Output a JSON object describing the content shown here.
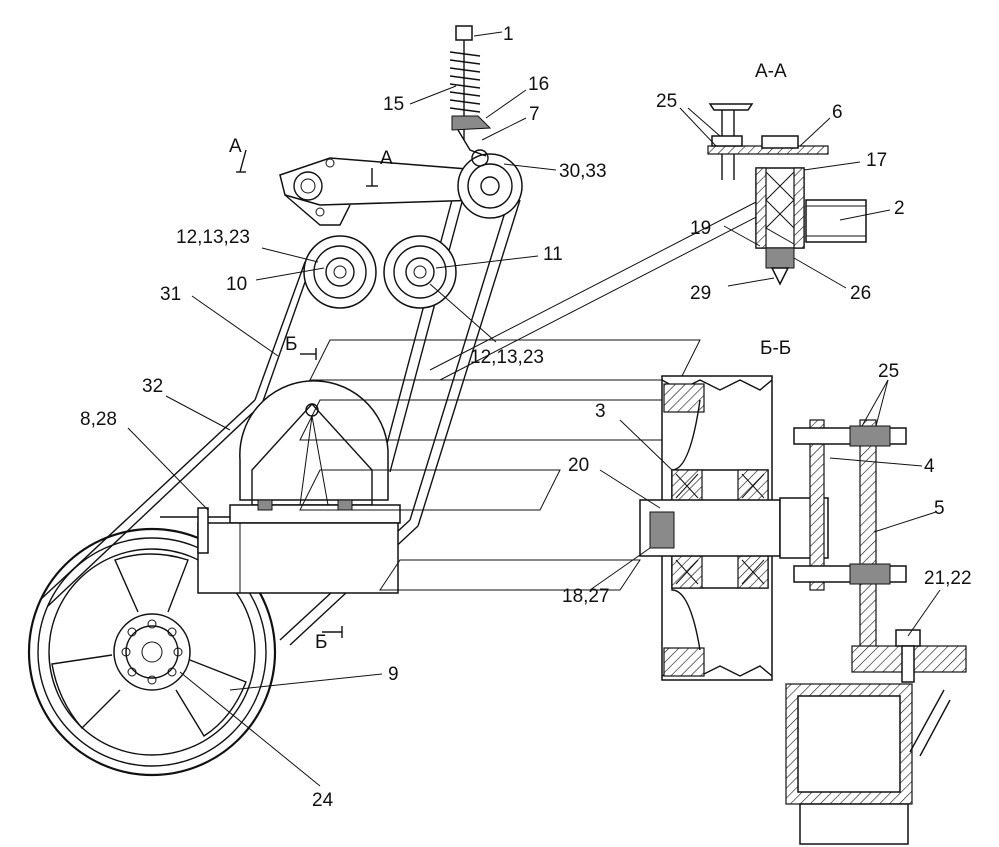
{
  "labels": {
    "p1": "1",
    "p15": "15",
    "p16": "16",
    "p7": "7",
    "p3033": "30,33",
    "p121323a": "12,13,23",
    "p10": "10",
    "p11": "11",
    "p121323b": "12,13,23",
    "p31": "31",
    "p32": "32",
    "p828": "8,28",
    "p9": "9",
    "p24": "24",
    "p25a": "25",
    "p6": "6",
    "p17": "17",
    "p2": "2",
    "p19": "19",
    "p29": "29",
    "p26": "26",
    "p3": "3",
    "p20": "20",
    "p1827": "18,27",
    "p25b": "25",
    "p4": "4",
    "p5": "5",
    "p2122": "21,22"
  },
  "sections": {
    "aa_title": "А-А",
    "bb_title": "Б-Б",
    "a_mark_left": "А",
    "a_mark_right": "А",
    "b_mark_top": "Б",
    "b_mark_bottom": "Б"
  }
}
